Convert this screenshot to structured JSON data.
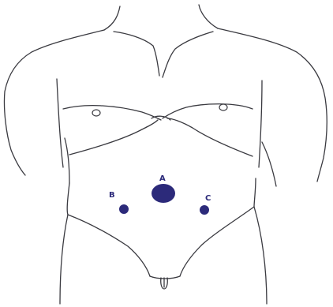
{
  "colors": {
    "outline": "#3a3a40",
    "port": "#2c2a7a",
    "background": "#ffffff"
  },
  "ports": [
    {
      "id": "A",
      "label": "A"
    },
    {
      "id": "B",
      "label": "B"
    },
    {
      "id": "C",
      "label": "C"
    }
  ]
}
